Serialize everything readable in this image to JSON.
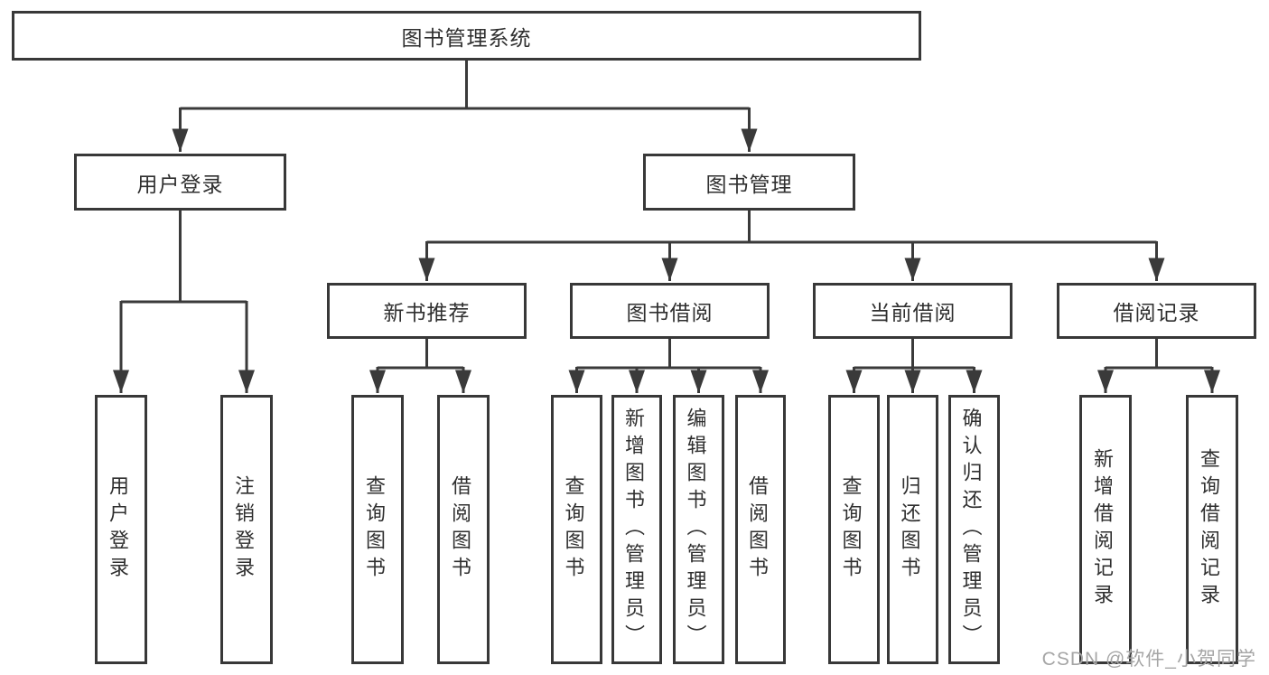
{
  "nodes": {
    "root": "图书管理系统",
    "user_login": "用户登录",
    "book_mgmt": "图书管理",
    "new_book_rec": "新书推荐",
    "book_borrow": "图书借阅",
    "current_borrow": "当前借阅",
    "borrow_record": "借阅记录",
    "leaf_user_login": "用户登录",
    "leaf_logout": "注销登录",
    "leaf_query_book_a": "查询图书",
    "leaf_borrow_book_a": "借阅图书",
    "leaf_query_book_b": "查询图书",
    "leaf_add_book": "新增图书（管理员）",
    "leaf_edit_book": "编辑图书（管理员）",
    "leaf_borrow_book_b": "借阅图书",
    "leaf_query_book_c": "查询图书",
    "leaf_return_book": "归还图书",
    "leaf_confirm_return": "确认归还（管理员）",
    "leaf_add_record": "新增借阅记录",
    "leaf_query_record": "查询借阅记录"
  },
  "watermark": "CSDN @软件_小贺同学",
  "colors": {
    "line": "#3a3a3a",
    "border": "#383838",
    "text": "#2f2f2f",
    "watermark": "#a5a5a5"
  }
}
